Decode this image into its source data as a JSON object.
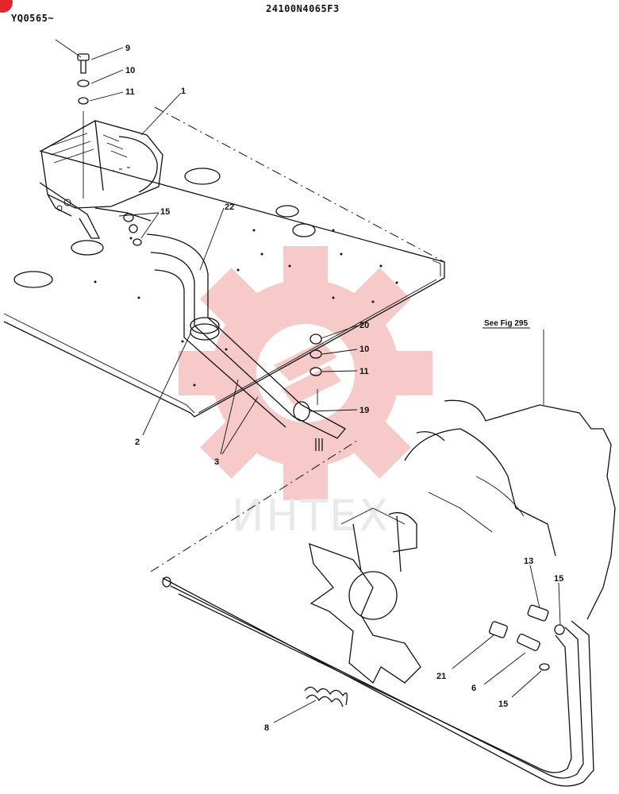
{
  "header": {
    "doc_code": "24100N4065F3",
    "serial": "YQ0565~"
  },
  "reference": {
    "see_fig": "See Fig 295"
  },
  "watermark": {
    "text": "ИНТЕХ",
    "color": "#f2a0a0"
  },
  "callouts": {
    "c9": "9",
    "c10a": "10",
    "c11a": "11",
    "c1": "1",
    "c15a": "15",
    "c22": "22",
    "c20": "20",
    "c10b": "10",
    "c11b": "11",
    "c19": "19",
    "c2": "2",
    "c3": "3",
    "c13": "13",
    "c15b": "15",
    "c21": "21",
    "c6": "6",
    "c15c": "15",
    "c8": "8"
  },
  "colors": {
    "ink": "#111111",
    "badge": "#e0262c"
  }
}
